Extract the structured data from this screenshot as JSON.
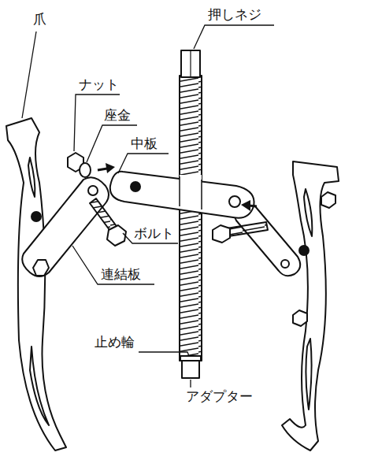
{
  "diagram": {
    "labels": [
      "押しネジ",
      "爪",
      "ナット",
      "座金",
      "中板",
      "ボルト",
      "連結板",
      "止め輪",
      "アダプター"
    ]
  }
}
